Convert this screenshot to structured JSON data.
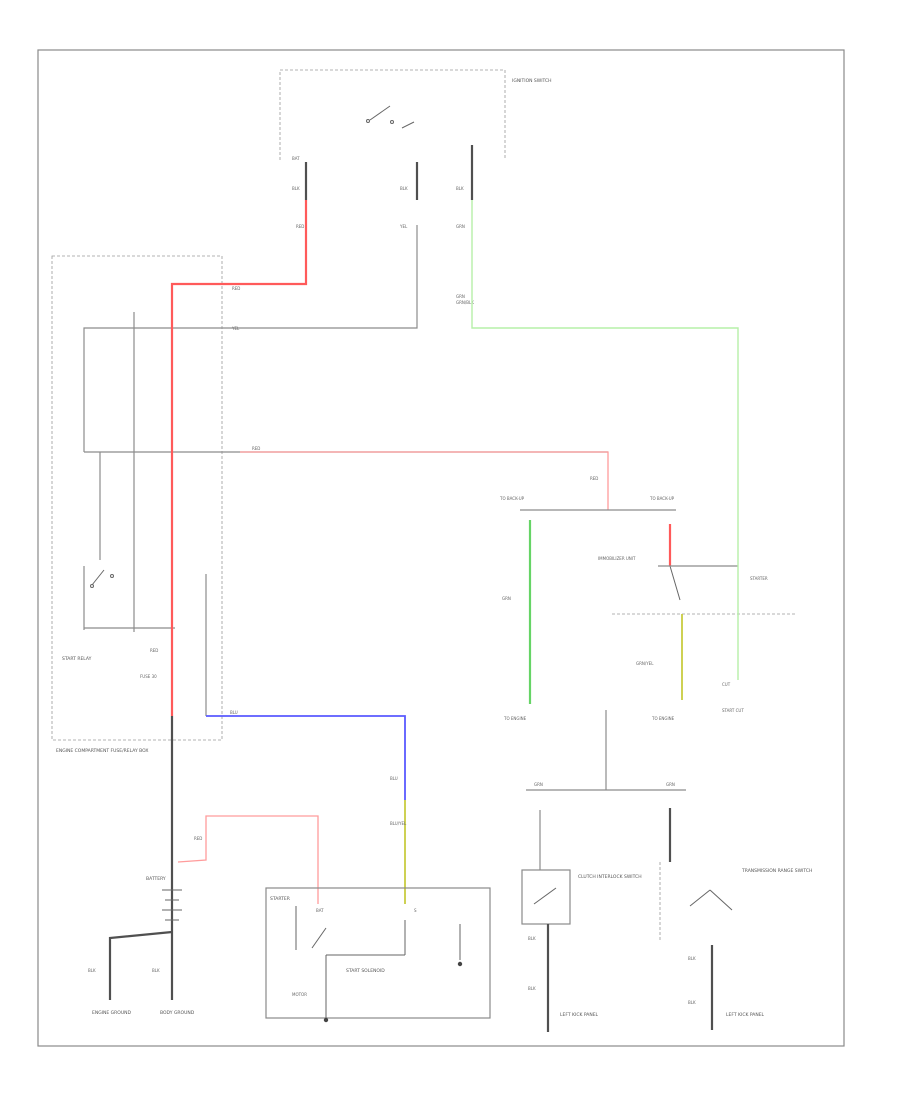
{
  "diagram": {
    "caption": "",
    "components": {
      "ignition_switch": {
        "label": "IGNITION SWITCH",
        "side": "IGNITION SWITCH"
      },
      "starter_relay": {
        "label": "START RELAY"
      },
      "fusebox": {
        "label": "ENGINE COMPARTMENT FUSE/RELAY BOX"
      },
      "battery": {
        "label": "BATTERY"
      },
      "starter": {
        "label": "STARTER",
        "solenoid": "START SOLENOID",
        "motor": "MOTOR"
      },
      "clutch_switch": {
        "label": "CLUTCH INTERLOCK SWITCH"
      },
      "tr_switch": {
        "label": "TRANSMISSION RANGE SWITCH"
      },
      "immobilizer": {
        "label": "IMMOBILIZER UNIT"
      }
    },
    "grounds": [
      {
        "label": "ENGINE GROUND"
      },
      {
        "label": "BODY GROUND"
      },
      {
        "label": "LEFT KICK PANEL"
      },
      {
        "label": "LEFT KICK PANEL"
      }
    ]
  }
}
